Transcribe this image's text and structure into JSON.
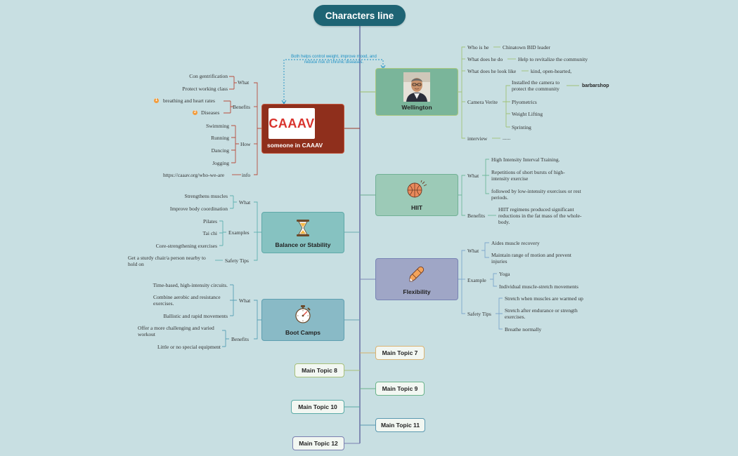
{
  "root": "Characters line",
  "note": "Both helps control weight, improve mood, and reduce risk of chronic diseases.",
  "caaav": {
    "logo": "CAAAV",
    "title": "someone in CAAAV",
    "what_label": "What",
    "what_items": [
      "Con gentrification",
      "Protect working class"
    ],
    "benefits_label": "Benefits",
    "benefits_items": [
      "breathing and heart rates",
      "Diseases"
    ],
    "badges": [
      "1",
      "2"
    ],
    "how_label": "How",
    "how_items": [
      "Swimming",
      "Running",
      "Dancing",
      "Jogging"
    ],
    "info_label": "info",
    "info_value": "https://caaav.org/who-we-are"
  },
  "balance": {
    "title": "Balance or Stability",
    "what_label": "What",
    "what_items": [
      "Strengthens muscles",
      "Improve body coordination"
    ],
    "examples_label": "Examples",
    "examples_items": [
      "Pilates",
      "Tai chi",
      "Core-strengthening exercises"
    ],
    "safety_label": "Safety Tips",
    "safety_value": "Get a sturdy chair/a person nearby to hold on"
  },
  "bootcamps": {
    "title": "Boot Camps",
    "what_label": "What",
    "what_items": [
      "Time-based, high-intensity circuits.",
      "Combine aerobic and resistance exercises.",
      "Ballistic and rapid movements"
    ],
    "benefits_label": "Benefits",
    "benefits_items": [
      "Offer a more challenging and varied workout",
      "Little or no special equipment"
    ]
  },
  "wellington": {
    "title": "Wellington",
    "who_label": "Who is he",
    "who_value": "Chinatown BID leader",
    "do_label": "What does he do",
    "do_value": "Help to revitalize the community",
    "look_label": "What does he look like",
    "look_value": "kind, open-hearted,",
    "camera_label": "Camera Verite",
    "camera_items": [
      "Installed the camera to protect the community",
      "Plyometrics",
      "Weight Lifting",
      "Sprinting"
    ],
    "camera_sub": "barbarshop",
    "interview_label": "interview",
    "interview_value": "......"
  },
  "hiit": {
    "title": "HIIT",
    "what_label": "What",
    "what_items": [
      "High Intensity Interval Training.",
      "Repetitions of short bursts of high-intensity exercise",
      "followed by low-intensity exercises or rest periods."
    ],
    "benefits_label": "Benefits",
    "benefits_value": "HIIT regimens produced significant reductions in the fat mass of the whole-body."
  },
  "flex": {
    "title": "Flexibility",
    "what_label": "What",
    "what_items": [
      "Aides muscle recovery",
      "Maintain range of motion and prevent injuries"
    ],
    "example_label": "Example",
    "example_items": [
      "Yoga",
      "Individual muscle-stretch movements"
    ],
    "safety_label": "Safety Tips",
    "safety_items": [
      "Stretch when muscles are warmed up",
      "Stretch after endurance or strength exercises.",
      "Breathe normally"
    ]
  },
  "topics": [
    "Main Topic 7",
    "Main Topic 8",
    "Main Topic 9",
    "Main Topic 10",
    "Main Topic 11",
    "Main Topic 12"
  ],
  "colors": {
    "spine": "#5b5f9a",
    "root": "#1e6474",
    "caaav": "#8f2f1c",
    "wellington": "#7ab59a",
    "hiit": "#9ccab7",
    "balance": "#86c2c1",
    "flex": "#9fa6c6",
    "bootcamps": "#89bac6",
    "orange": "#f39c3c",
    "note": "#1b8fc4"
  }
}
